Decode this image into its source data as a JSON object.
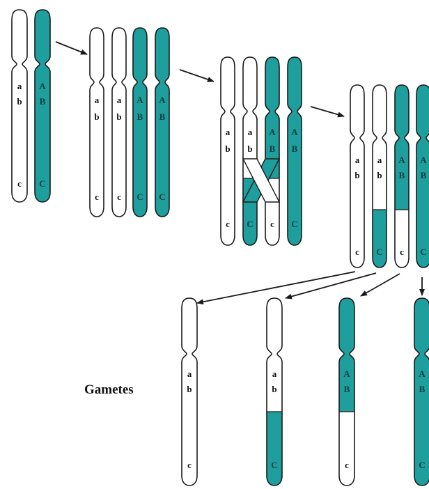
{
  "diagram": {
    "gametes_label": "Gametes",
    "colors": {
      "teal": "#1f9e9e",
      "outline": "#1a1a1a",
      "white": "#ffffff",
      "label_on_white": "#111111",
      "label_on_teal": "#0b3d3d"
    },
    "alleles": {
      "upper_dominant": "A",
      "upper_recessive": "a",
      "middle_dominant": "B",
      "middle_recessive": "b",
      "lower_dominant": "C",
      "lower_recessive": "c"
    },
    "stages": [
      "homologous-pair",
      "replicated-pair",
      "crossing-over",
      "recombined-chromatids",
      "gametes"
    ]
  }
}
